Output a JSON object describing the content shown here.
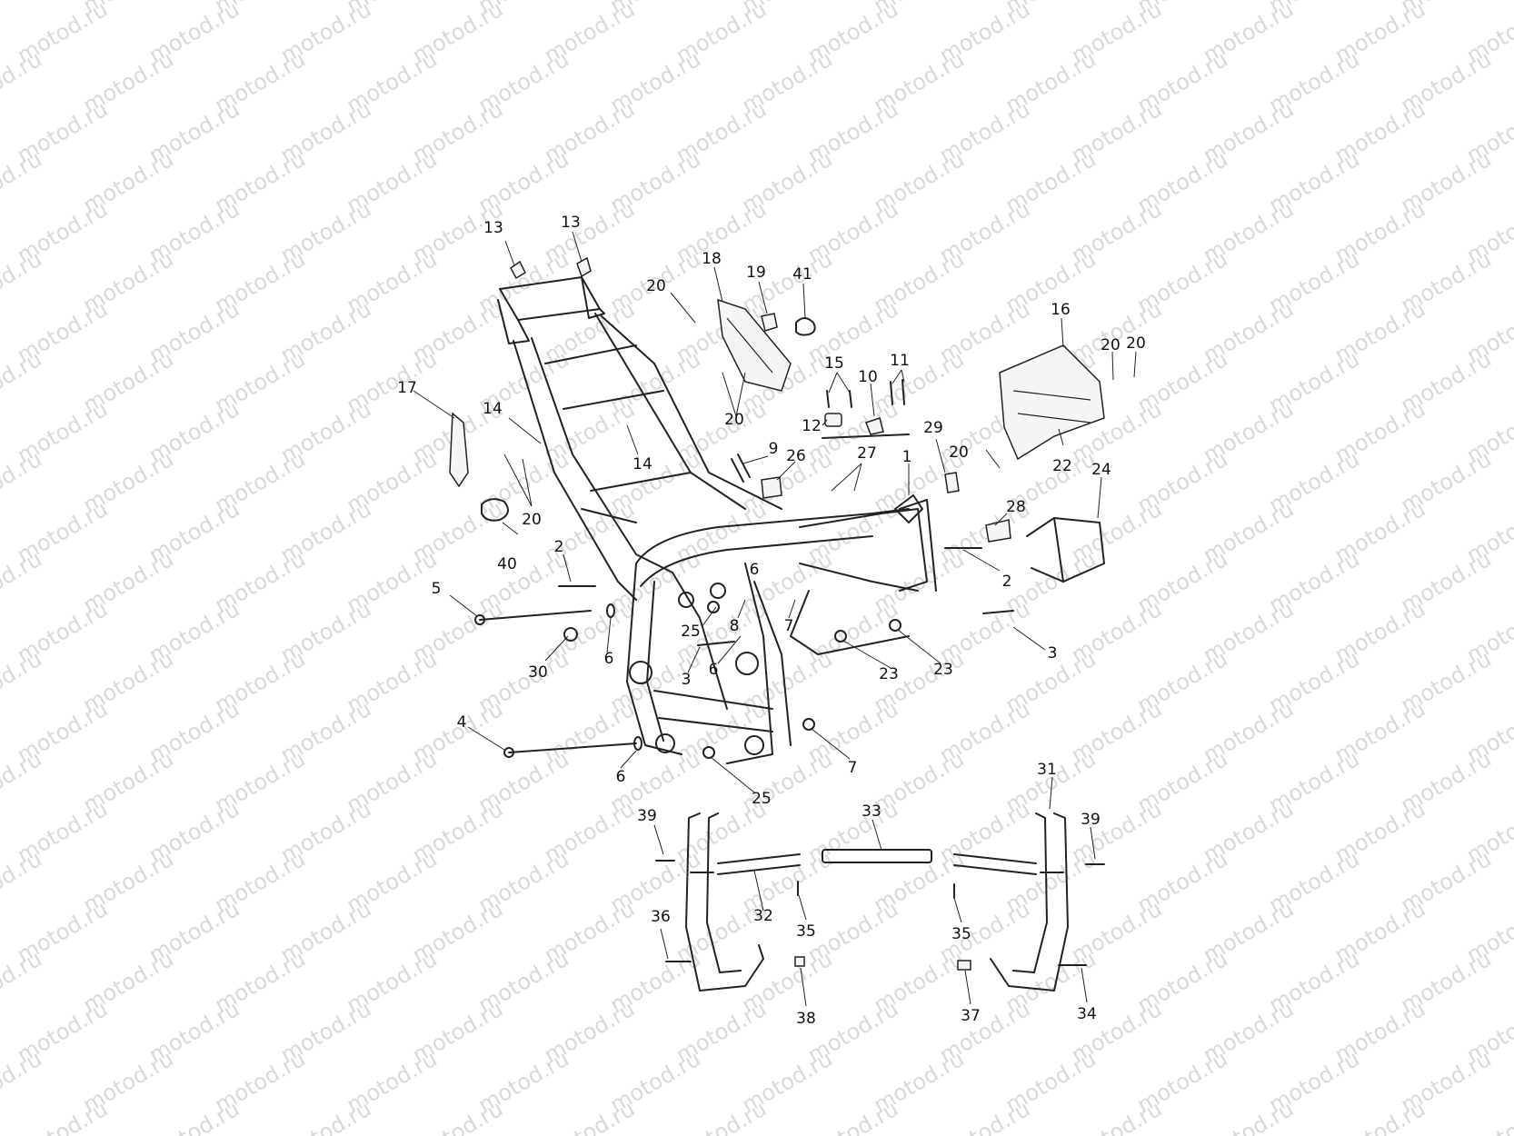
{
  "watermark": "motod.ru",
  "callouts": [
    {
      "n": "13"
    },
    {
      "n": "13"
    },
    {
      "n": "18"
    },
    {
      "n": "19"
    },
    {
      "n": "41"
    },
    {
      "n": "20"
    },
    {
      "n": "16"
    },
    {
      "n": "20"
    },
    {
      "n": "20"
    },
    {
      "n": "17"
    },
    {
      "n": "14"
    },
    {
      "n": "14"
    },
    {
      "n": "20"
    },
    {
      "n": "15"
    },
    {
      "n": "11"
    },
    {
      "n": "10"
    },
    {
      "n": "12"
    },
    {
      "n": "29"
    },
    {
      "n": "22"
    },
    {
      "n": "9"
    },
    {
      "n": "26"
    },
    {
      "n": "27"
    },
    {
      "n": "1"
    },
    {
      "n": "20"
    },
    {
      "n": "24"
    },
    {
      "n": "20"
    },
    {
      "n": "40"
    },
    {
      "n": "2"
    },
    {
      "n": "28"
    },
    {
      "n": "2"
    },
    {
      "n": "5"
    },
    {
      "n": "6"
    },
    {
      "n": "7"
    },
    {
      "n": "8"
    },
    {
      "n": "25"
    },
    {
      "n": "30"
    },
    {
      "n": "6"
    },
    {
      "n": "3"
    },
    {
      "n": "6"
    },
    {
      "n": "3"
    },
    {
      "n": "23"
    },
    {
      "n": "23"
    },
    {
      "n": "4"
    },
    {
      "n": "6"
    },
    {
      "n": "7"
    },
    {
      "n": "25"
    },
    {
      "n": "31"
    },
    {
      "n": "33"
    },
    {
      "n": "39"
    },
    {
      "n": "39"
    },
    {
      "n": "32"
    },
    {
      "n": "35"
    },
    {
      "n": "35"
    },
    {
      "n": "36"
    },
    {
      "n": "38"
    },
    {
      "n": "37"
    },
    {
      "n": "34"
    }
  ]
}
